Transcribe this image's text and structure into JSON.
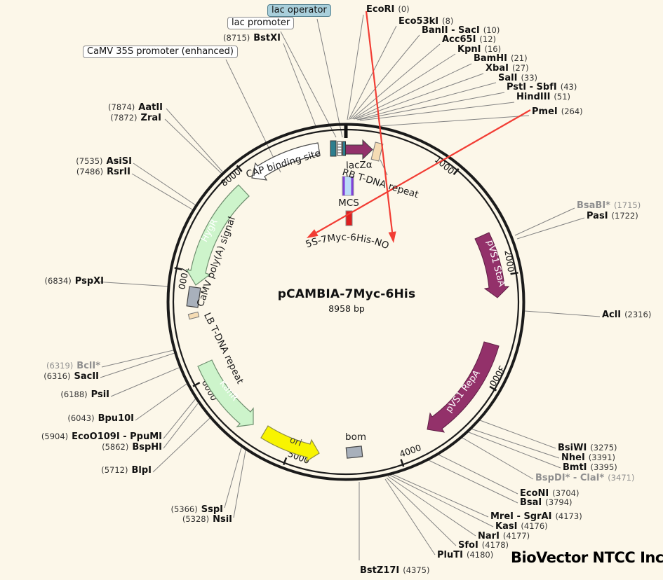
{
  "title": {
    "name": "pCAMBIA-7Myc-6His",
    "size": "8958 bp"
  },
  "logo": "BioVector NTCC Inc.",
  "ticks": [
    "1000",
    "2000",
    "3000",
    "4000",
    "5000",
    "6000",
    "7000",
    "8000"
  ],
  "boxed_labels": {
    "lac_operator": "lac operator",
    "lac_promoter": "lac promoter",
    "camv_35s": "CaMV 35S promoter (enhanced)"
  },
  "features": {
    "cap_binding_site": "CAP binding site",
    "lacz_alpha": "lacZα",
    "rb_tdna": "RB T-DNA repeat",
    "mcs": "MCS",
    "cassette": "35S-7Myc-6His-NOS",
    "hygr": "HygR",
    "camv_polya": "CaMV poly(A) signal",
    "lb_tdna": "LB T-DNA repeat",
    "kanr": "KanR",
    "ori": "ori",
    "bom": "bom",
    "pvs1_staa": "pVS1 StaA",
    "pvs1_repa": "pVS1 RepA"
  },
  "colors": {
    "background": "#fcf7e9",
    "ring": "#1b1b1b",
    "green_feature": "#cdf4cb",
    "yellow_feature": "#f8f400",
    "maroon_feature": "#93316a",
    "teal_box": "#2e7e8e",
    "tan_box": "#f5dcb4",
    "gray_box": "#a8b0bb",
    "red_marker": "#dd1f1f",
    "red_arrow": "#f23d34",
    "highlight_teal": "#a9cfdb"
  },
  "sites": {
    "top_left": [
      {
        "pos": "(8715)",
        "name": "BstXI"
      }
    ],
    "top_right": [
      {
        "name": "EcoRI",
        "pos": "(0)"
      },
      {
        "name": "Eco53kI",
        "pos": "(8)"
      },
      {
        "name": "BanII - SacI",
        "pos": "(10)"
      },
      {
        "name": "Acc65I",
        "pos": "(12)"
      },
      {
        "name": "KpnI",
        "pos": "(16)"
      },
      {
        "name": "BamHI",
        "pos": "(21)"
      },
      {
        "name": "XbaI",
        "pos": "(27)"
      },
      {
        "name": "SalI",
        "pos": "(33)"
      },
      {
        "name": "PstI - SbfI",
        "pos": "(43)"
      },
      {
        "name": "HindIII",
        "pos": "(51)"
      },
      {
        "name": "PmeI",
        "pos": "(264)"
      }
    ],
    "right": [
      {
        "name": "BsaBI*",
        "pos": "(1715)"
      },
      {
        "name": "PasI",
        "pos": "(1722)"
      },
      {
        "name": "AclI",
        "pos": "(2316)"
      }
    ],
    "bottom_right": [
      {
        "name": "BsiWI",
        "pos": "(3275)"
      },
      {
        "name": "NheI",
        "pos": "(3391)"
      },
      {
        "name": "BmtI",
        "pos": "(3395)"
      },
      {
        "name": "BspDI* - ClaI*",
        "pos": "(3471)"
      },
      {
        "name": "EcoNI",
        "pos": "(3704)"
      },
      {
        "name": "BsaI",
        "pos": "(3794)"
      },
      {
        "name": "MreI - SgrAI",
        "pos": "(4173)"
      },
      {
        "name": "KasI",
        "pos": "(4176)"
      },
      {
        "name": "NarI",
        "pos": "(4177)"
      },
      {
        "name": "SfoI",
        "pos": "(4178)"
      },
      {
        "name": "PluTI",
        "pos": "(4180)"
      },
      {
        "name": "BstZ17I",
        "pos": "(4375)"
      }
    ],
    "left": [
      {
        "pos": "(7874)",
        "name": "AatII"
      },
      {
        "pos": "(7872)",
        "name": "ZraI"
      },
      {
        "pos": "(7535)",
        "name": "AsiSI"
      },
      {
        "pos": "(7486)",
        "name": "RsrII"
      },
      {
        "pos": "(6834)",
        "name": "PspXI"
      },
      {
        "pos": "(6319)",
        "name": "BclI*"
      },
      {
        "pos": "(6316)",
        "name": "SacII"
      },
      {
        "pos": "(6188)",
        "name": "PsiI"
      },
      {
        "pos": "(6043)",
        "name": "Bpu10I"
      },
      {
        "pos": "(5904)",
        "name": "EcoO109I - PpuMI"
      },
      {
        "pos": "(5862)",
        "name": "BspHI"
      },
      {
        "pos": "(5712)",
        "name": "BlpI"
      },
      {
        "pos": "(5366)",
        "name": "SspI"
      },
      {
        "pos": "(5328)",
        "name": "NsiI"
      }
    ]
  }
}
